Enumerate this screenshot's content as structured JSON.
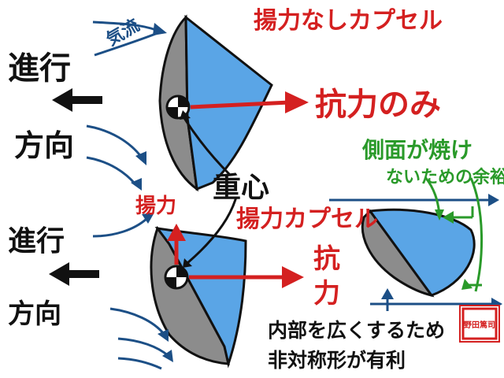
{
  "labels": {
    "direction_top_1": "進行",
    "direction_top_2": "方向",
    "direction_bottom_1": "進行",
    "direction_bottom_2": "方向",
    "airflow": "気流",
    "capsule_top_title": "揚力なしカプセル",
    "drag_only": "抗力のみ",
    "side_note_1": "側面が焼け",
    "side_note_2": "ないための余裕",
    "center_of_gravity": "重心",
    "lift_small": "揚力",
    "capsule_bottom_title": "揚力カプセル",
    "drag_bottom_1": "抗",
    "drag_bottom_2": "力",
    "bottom_note_1": "内部を広くするため",
    "bottom_note_2": "非対称形が有利",
    "seal_text": "野田篤司"
  },
  "colors": {
    "blue": "#5aa5e6",
    "gray": "#8c8c8c",
    "red": "#d42020",
    "dark_blue": "#1c4f86",
    "green": "#2a9a2a",
    "black": "#111111"
  }
}
